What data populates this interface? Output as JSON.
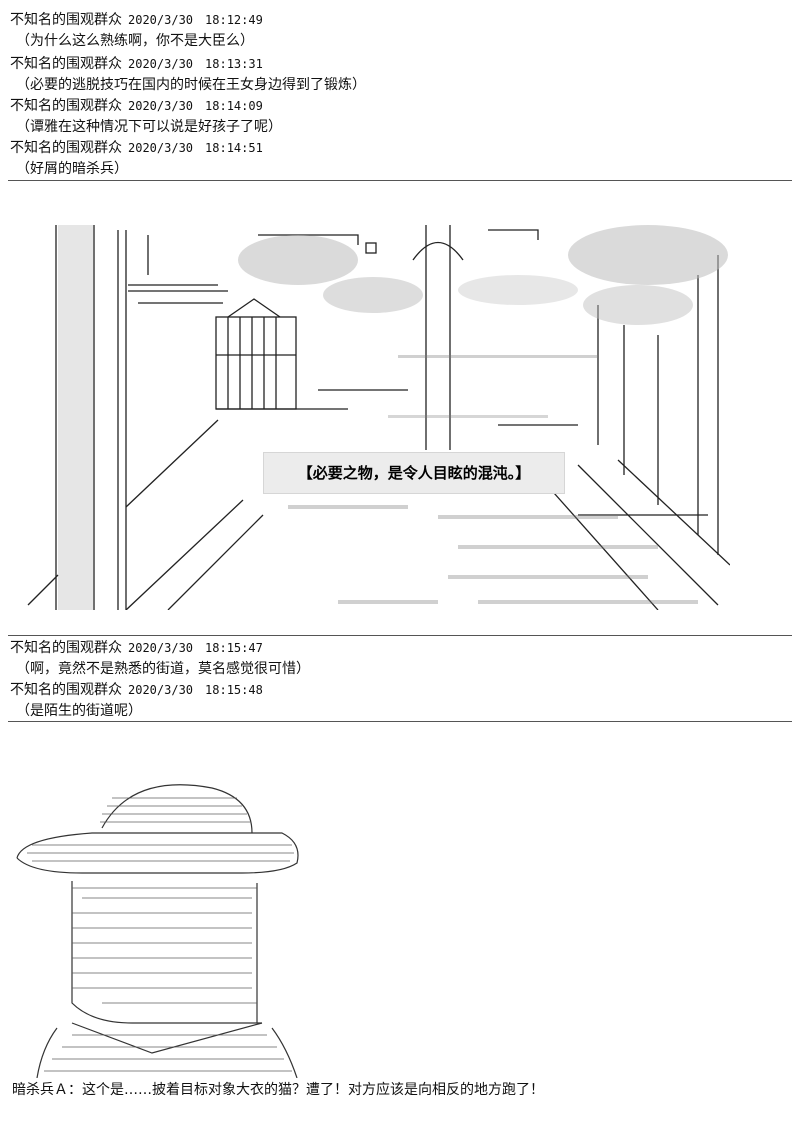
{
  "thread_top": [
    {
      "user": "不知名的围观群众",
      "timestamp": "2020/3/30　18:12:49",
      "text": "（为什么这么熟练啊，你不是大臣么）"
    },
    {
      "user": "不知名的围观群众",
      "timestamp": "2020/3/30　18:13:31",
      "text": "（必要的逃脱技巧在国内的时候在王女身边得到了锻炼）"
    },
    {
      "user": "不知名的围观群众",
      "timestamp": "2020/3/30　18:14:09",
      "text": "（谭雅在这种情况下可以说是好孩子了呢）"
    },
    {
      "user": "不知名的围观群众",
      "timestamp": "2020/3/30　18:14:51",
      "text": "（好屑的暗杀兵）"
    }
  ],
  "scene_caption": "【必要之物，是令人目眩的混沌。】",
  "thread_mid": [
    {
      "user": "不知名的围观群众",
      "timestamp": "2020/3/30　18:15:47",
      "text": "（啊，竟然不是熟悉的街道，莫名感觉很可惜）"
    },
    {
      "user": "不知名的围观群众",
      "timestamp": "2020/3/30　18:15:48",
      "text": "（是陌生的街道呢）"
    }
  ],
  "dialogue": "暗杀兵Ａ：这个是……披着目标对象大衣的猫？遭了！对方应该是向相反的地方跑了！"
}
